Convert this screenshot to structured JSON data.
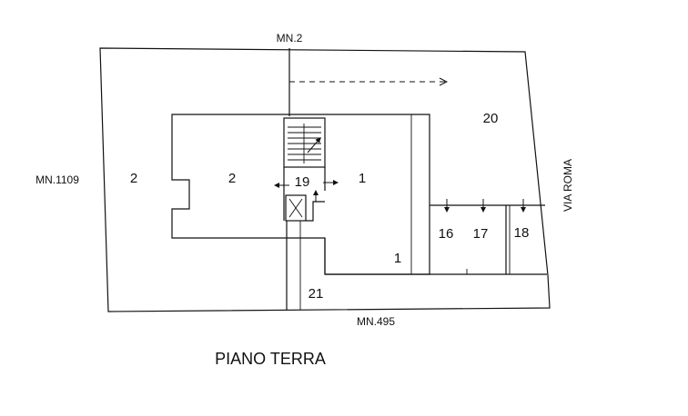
{
  "plan": {
    "title": "PIANO TERRA",
    "neighbors": {
      "north": "MN.2",
      "west": "MN.1109",
      "south": "MN.495",
      "east_street": "VIA ROMA"
    },
    "rooms": {
      "r2_left": "2",
      "r2_center": "2",
      "r19": "19",
      "r1_upper": "1",
      "r1_lower": "1",
      "r20": "20",
      "r16": "16",
      "r17": "17",
      "r18": "18",
      "r21": "21"
    }
  }
}
